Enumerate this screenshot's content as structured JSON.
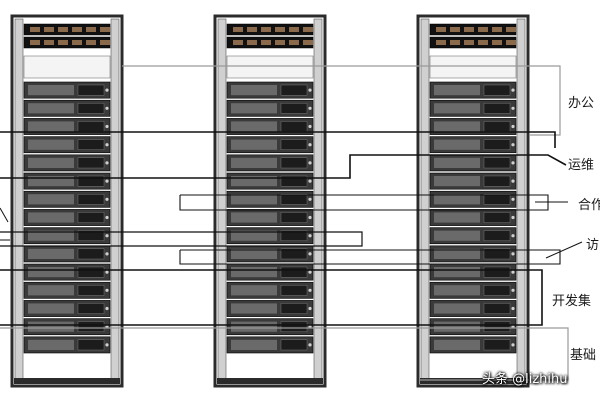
{
  "labels": {
    "office": "办公",
    "ops": "运维",
    "coop": "合作",
    "access": "访",
    "dev_cluster": "开发集",
    "base": "基础"
  },
  "watermark": {
    "text": "头条 @lizhihu"
  },
  "colors": {
    "rack_frame": "#2b2b2b",
    "rack_body": "#111111",
    "server_face": "#3a3a3a",
    "line_dark": "#111111",
    "line_light": "#9a9a9a",
    "background": "#ffffff"
  },
  "diagram": {
    "rack_count": 3,
    "servers_per_rack": 15,
    "top_units_per_rack": 2
  }
}
